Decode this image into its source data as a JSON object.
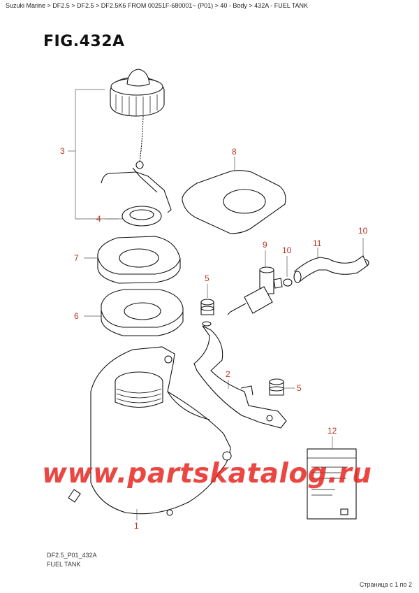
{
  "breadcrumb": "Suzuki Marine > DF2.5 > DF2.5 > DF2.5K6 FROM 00251F-680001~ (P01) > 40 - Body > 432A - FUEL TANK",
  "figure": {
    "title": "FIG.432A"
  },
  "callouts": {
    "c1": "1",
    "c2": "2",
    "c3": "3",
    "c4": "4",
    "c5a": "5",
    "c5b": "5",
    "c6": "6",
    "c7": "7",
    "c8": "8",
    "c9": "9",
    "c10a": "10",
    "c10b": "10",
    "c11": "11",
    "c12": "12"
  },
  "footer": {
    "code": "DF2.5_P01_432A",
    "name": "FUEL TANK"
  },
  "watermark": "www.partskatalog.ru",
  "page_indicator": "Страница с 1 по 2",
  "colors": {
    "callout": "#c03020",
    "watermark": "#e61e19"
  }
}
